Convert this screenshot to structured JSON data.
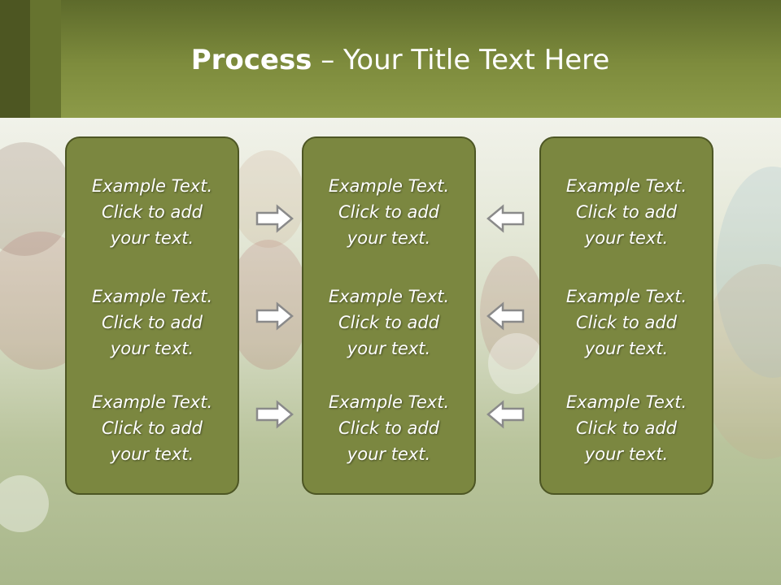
{
  "slide": {
    "title_bold": "Process",
    "title_rest": " – Your Title Text Here"
  },
  "panels": [
    {
      "items": [
        {
          "line1": "Example Text.",
          "line2": "Click  to add",
          "line3": "your text."
        },
        {
          "line1": "Example Text.",
          "line2": "Click  to add",
          "line3": "your text."
        },
        {
          "line1": "Example Text.",
          "line2": "Click  to add",
          "line3": "your text."
        }
      ]
    },
    {
      "items": [
        {
          "line1": "Example Text.",
          "line2": "Click  to add",
          "line3": "your text."
        },
        {
          "line1": "Example Text.",
          "line2": "Click  to add",
          "line3": "your text."
        },
        {
          "line1": "Example Text.",
          "line2": "Click  to add",
          "line3": "your text."
        }
      ]
    },
    {
      "items": [
        {
          "line1": "Example Text.",
          "line2": "Click  to add",
          "line3": "your text."
        },
        {
          "line1": "Example Text.",
          "line2": "Click  to add",
          "line3": "your text."
        },
        {
          "line1": "Example Text.",
          "line2": "Click  to add",
          "line3": "your text."
        }
      ]
    }
  ],
  "arrows": {
    "left_group": "arrow-right-icon",
    "right_group": "arrow-left-icon"
  },
  "colors": {
    "header_dark": "#4d5622",
    "panel_fill": "#7b8740",
    "panel_border": "#4d5624",
    "text": "#ffffff"
  }
}
